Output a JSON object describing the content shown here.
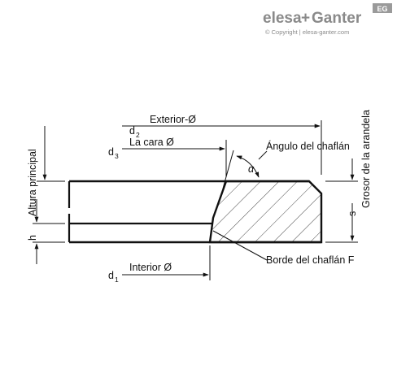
{
  "brand": {
    "name_part1": "elesa",
    "plus": "+",
    "name_part2": "Ganter",
    "badge": "EG",
    "copyright": "© Copyright | elesa-ganter.com"
  },
  "labels": {
    "d2_letter": "d",
    "d2_sub": "2",
    "exterior": "Exterior-Ø",
    "d3_letter": "d",
    "d3_sub": "3",
    "face": "La cara Ø",
    "chamfer_angle": "Ángulo del chaflán",
    "alpha": "α",
    "main_height": "Altura principal",
    "h": "h",
    "s": "s",
    "washer_thickness": "Grosor de la arandela",
    "d1_letter": "d",
    "d1_sub": "1",
    "interior": "Interior Ø",
    "chamfer_edge": "Borde del chaflán F"
  }
}
